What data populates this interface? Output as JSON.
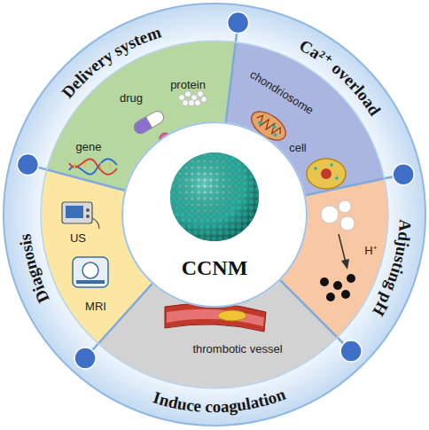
{
  "diagram": {
    "nodes": [
      {
        "text": [
          "CCNM"
        ]
      },
      {
        "text": [
          "Delivery system",
          "protein",
          "drug",
          "gene"
        ]
      },
      {
        "text": [
          "Ca²⁺ overload",
          "chondriosome",
          "cell"
        ]
      },
      {
        "text": [
          "Adjusting pH",
          "H⁺"
        ]
      },
      {
        "text": [
          "Induce coagulation",
          "thrombotic vessel"
        ]
      },
      {
        "text": [
          "Diagnosis",
          "US",
          "MRI"
        ]
      }
    ]
  }
}
